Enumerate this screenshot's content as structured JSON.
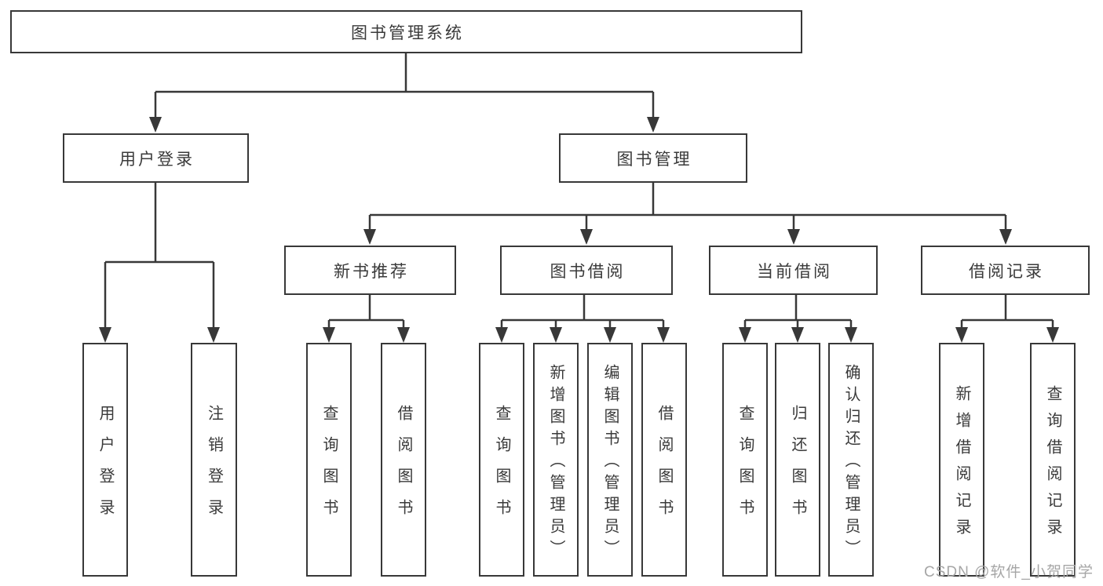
{
  "root": {
    "label": "图书管理系统"
  },
  "branches": [
    {
      "label": "用户登录",
      "children": [
        {
          "label": "用户登录"
        },
        {
          "label": "注销登录"
        }
      ]
    },
    {
      "label": "图书管理",
      "children": [
        {
          "label": "新书推荐",
          "children": [
            {
              "label": "查询图书"
            },
            {
              "label": "借阅图书"
            }
          ]
        },
        {
          "label": "图书借阅",
          "children": [
            {
              "label": "查询图书"
            },
            {
              "label": "新增图书（管理员）"
            },
            {
              "label": "编辑图书（管理员）"
            },
            {
              "label": "借阅图书"
            }
          ]
        },
        {
          "label": "当前借阅",
          "children": [
            {
              "label": "查询图书"
            },
            {
              "label": "归还图书"
            },
            {
              "label": "确认归还（管理员）"
            }
          ]
        },
        {
          "label": "借阅记录",
          "children": [
            {
              "label": "新增借阅记录"
            },
            {
              "label": "查询借阅记录"
            }
          ]
        }
      ]
    }
  ],
  "watermark": "CSDN @软件_小贺同学",
  "colors": {
    "line": "#383838",
    "text": "#3a3a3a",
    "watermark": "#a6a6a6"
  }
}
